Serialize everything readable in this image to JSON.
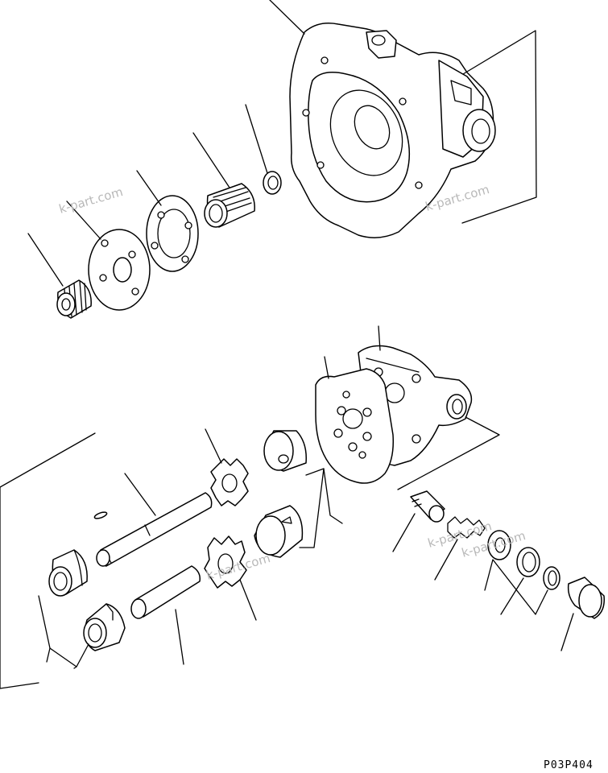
{
  "figure": {
    "drawing_code": "P03P404",
    "watermarks": [
      "k-part.com",
      "k-part.com",
      "k-part.com",
      "k-part.com",
      "k-part.com"
    ]
  }
}
